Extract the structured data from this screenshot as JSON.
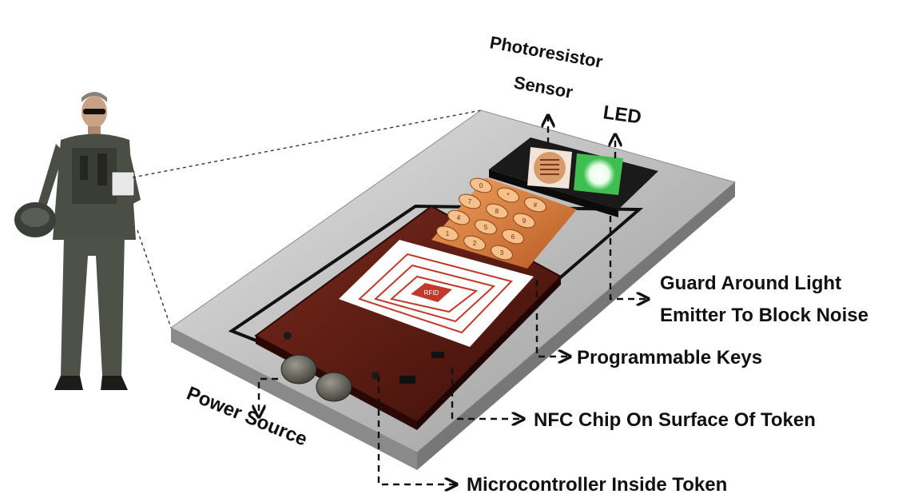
{
  "labels": {
    "photoresistor_line1": "Photoresistor",
    "photoresistor_line2": "Sensor",
    "led": "LED",
    "guard_line1": "Guard Around Light",
    "guard_line2": "Emitter To Block Noise",
    "keys": "Programmable Keys",
    "nfc": "NFC Chip On Surface Of Token",
    "mcu": "Microcontroller Inside Token",
    "power": "Power Source"
  },
  "chip_text": "RFID",
  "keypad_keys": [
    "1",
    "2",
    "3",
    "4",
    "5",
    "6",
    "7",
    "8",
    "9",
    "0",
    "*",
    "#"
  ],
  "colors": {
    "board": "#5a1a12",
    "tray": "#b9b9b9",
    "led_green": "#3fbf4f",
    "keypad": "#d9823f"
  }
}
